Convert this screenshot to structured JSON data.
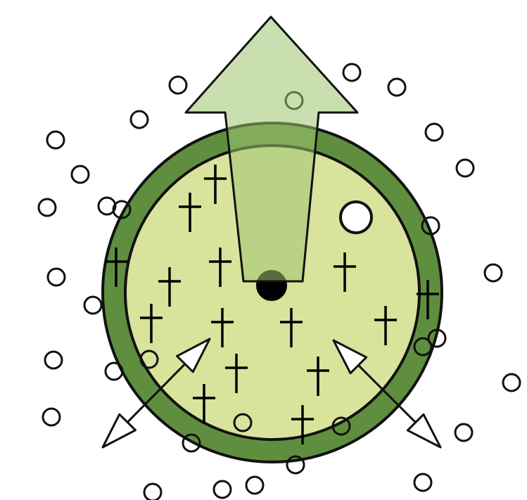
{
  "diagram": {
    "colors": {
      "background": "#ffffff",
      "outline": "#111111",
      "outer_ring": "#5f8f3e",
      "inner_fill": "#d9e39c",
      "arrow_fill": "#9fc46f",
      "arrow_opacity": 0.55,
      "center_dot": "#000000",
      "small_circle_fill": "#ffffff",
      "cross_color": "#000000"
    },
    "elements": {
      "outer_ring": "cell-outer-ring",
      "inner_area": "cell-inner-area",
      "center_dot": "central-dot",
      "big_arrow": "upward-arrow",
      "white_particle": "large-white-particle",
      "small_circles": "small-circle",
      "crosses": "cross-mark",
      "small_arrows": "diagonal-arrow"
    }
  }
}
